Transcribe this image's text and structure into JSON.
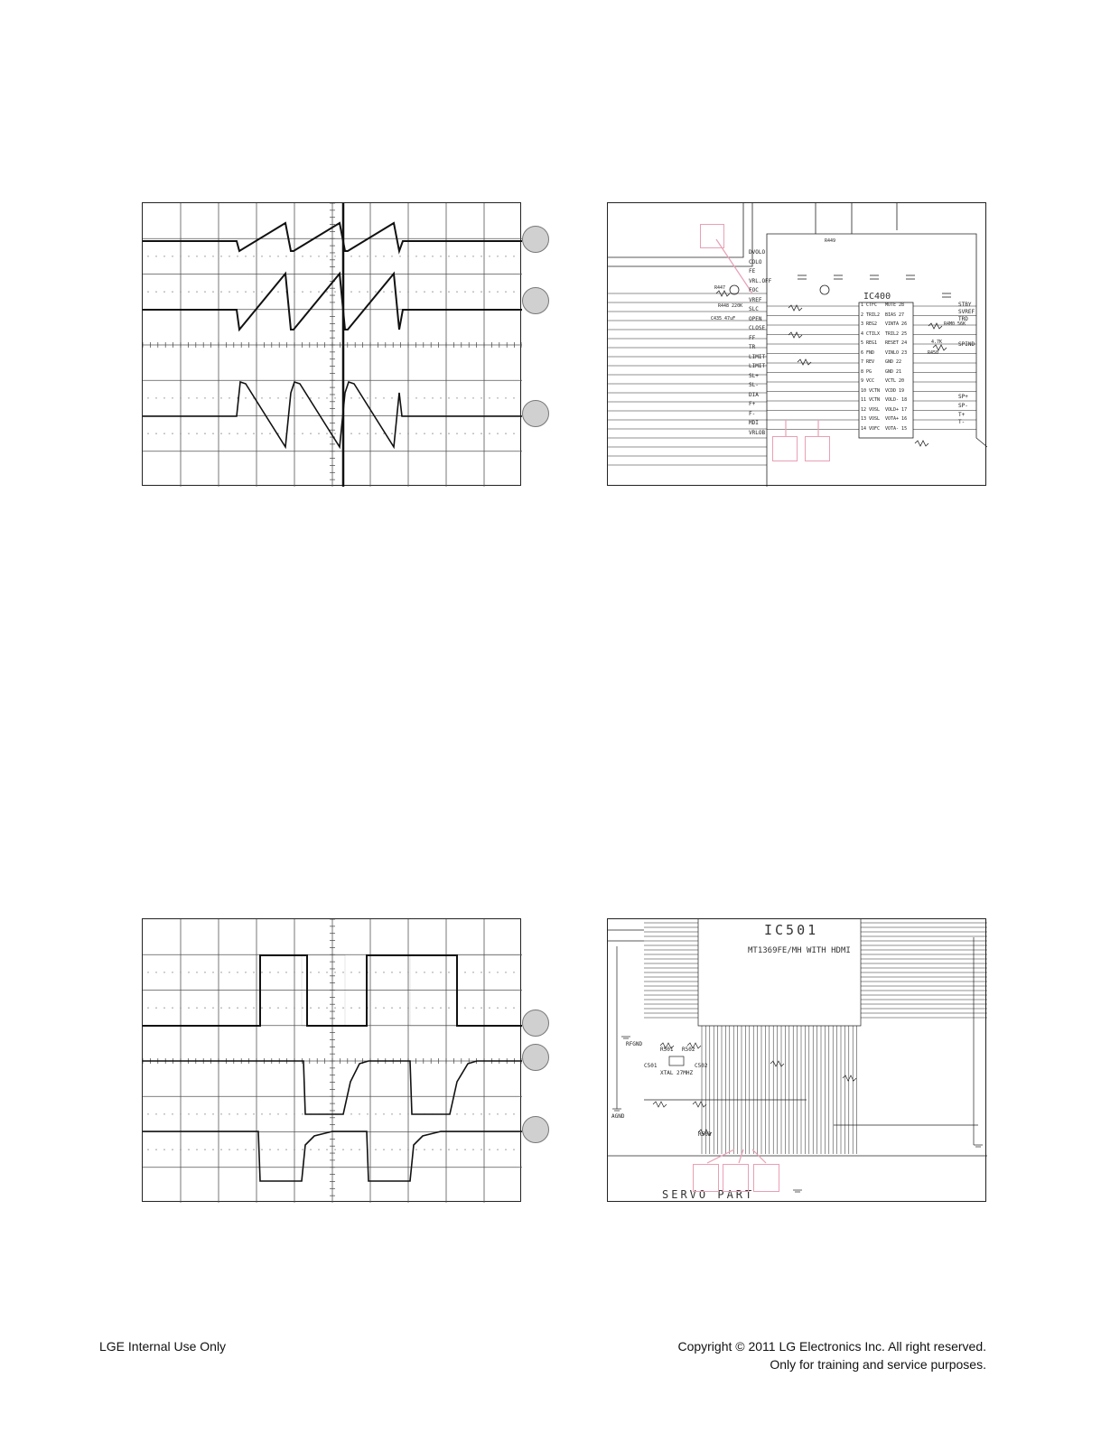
{
  "top_schematic": {
    "ic_label": "IC400",
    "left_pins": [
      "DVOLO",
      "COLO",
      "FE",
      "VRL.OFF",
      "FOC",
      "VREF",
      "SLC",
      "OPEN",
      "CLOSE",
      "FF",
      "TR",
      "LIMIT",
      "LIMIT",
      "SL+",
      "SL-",
      "DIA",
      "F+",
      "F-",
      "MDI",
      "VRLOB"
    ],
    "chip_left_pins": [
      "1 CTFC",
      "2 TRIL2",
      "3 REG2",
      "4 CTILX",
      "5 REG1",
      "6 FND",
      "7 REV",
      "8 PG",
      "9 VCC",
      "10 VCTN",
      "11 VCTN",
      "12 VOSL",
      "13 VOSL",
      "14 VOFC"
    ],
    "chip_right_pins": [
      "MUTE 28",
      "BIAS 27",
      "VINTA 26",
      "TRIL2 25",
      "RESET 24",
      "VINLO 23",
      "GND 22",
      "GND 21",
      "VCTL 20",
      "VCDD 19",
      "VOLD- 18",
      "VOLD+ 17",
      "VOTA+ 16",
      "VOTA- 15"
    ],
    "right_labels": [
      "STBY",
      "SVREF",
      "TRD",
      "SPIND",
      "SP+",
      "SP-",
      "T+",
      "T-"
    ],
    "part_labels": [
      "R447",
      "R448 220K",
      "C435 47uF",
      "R449",
      "IC400",
      "4.7K",
      "R450",
      "R4M0 56K"
    ]
  },
  "bottom_schematic": {
    "ic_label": "IC501",
    "ic_name": "MT1369FE/MH WITH HDMI",
    "section_label": "SERVO PART",
    "part_labels": [
      "R501",
      "C501",
      "R502",
      "C502",
      "XTAL 27MHZ",
      "R503",
      "RFGND",
      "AGND"
    ]
  },
  "footer": {
    "left": "LGE Internal Use Only",
    "right_line1": "Copyright © 2011 LG Electronics Inc. All right reserved.",
    "right_line2": "Only for training and service purposes."
  }
}
